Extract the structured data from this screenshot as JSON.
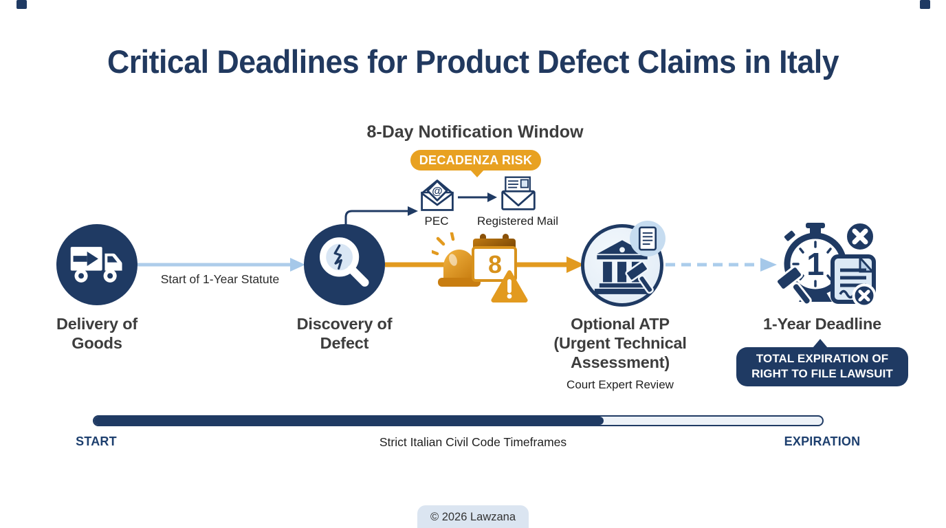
{
  "colors": {
    "navy": "#1f3a63",
    "orange": "#e8a121",
    "light_blue_arrow": "#aecdea",
    "label_dark": "#3d3d3d",
    "atp_fill": "#edf3fa",
    "bar_track": "#edf2f8"
  },
  "title": "Critical Deadlines for Product Defect Claims in Italy",
  "notification": {
    "heading": "8-Day Notification Window",
    "risk_badge": "DECADENZA RISK",
    "pec_label": "PEC",
    "registered_mail_label": "Registered Mail"
  },
  "timeline": {
    "delivery": {
      "label": "Delivery of\nGoods"
    },
    "statute_arrow_label": "Start of 1-Year Statute",
    "discovery": {
      "label": "Discovery of\nDefect"
    },
    "notice_days": "8",
    "atp": {
      "label": "Optional ATP\n(Urgent Technical\nAssessment)",
      "sublabel": "Court Expert Review"
    },
    "deadline": {
      "label": "1-Year Deadline",
      "number": "1",
      "expiration_badge": "TOTAL EXPIRATION OF\nRIGHT TO FILE LAWSUIT"
    }
  },
  "progress": {
    "start_label": "START",
    "center_label": "Strict Italian Civil Code Timeframes",
    "end_label": "EXPIRATION",
    "fill_percent": 70
  },
  "footer": {
    "copyright": "© 2026 Lawzana"
  }
}
